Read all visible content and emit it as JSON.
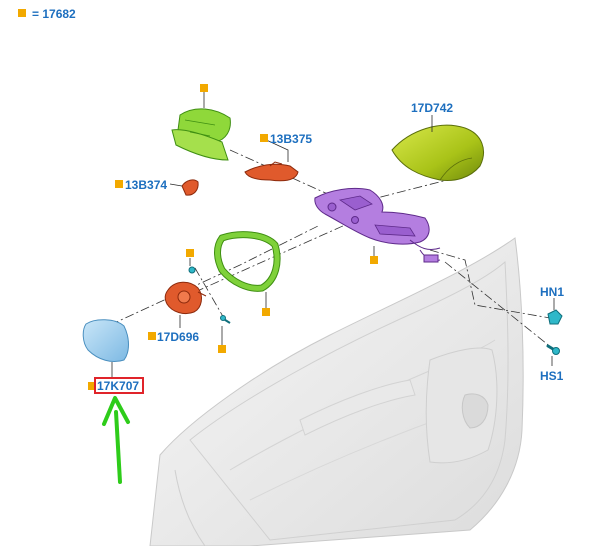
{
  "legend": {
    "text": "= 17682"
  },
  "parts": [
    {
      "code": "17D742",
      "name": "mirror-cover",
      "color": "#b5d21e"
    },
    {
      "code": "13B375",
      "name": "mirror-lamp",
      "color": "#e05a2c"
    },
    {
      "code": "13B374",
      "name": "mirror-lamp-small",
      "color": "#e05a2c"
    },
    {
      "code": "17D696",
      "name": "mirror-motor",
      "color": "#e05a2c"
    },
    {
      "code": "17K707",
      "name": "mirror-glass",
      "color": "#a8d4ef",
      "highlighted": true
    },
    {
      "code": "HN1",
      "name": "nut",
      "color": "#2fb8c9"
    },
    {
      "code": "HS1",
      "name": "screw",
      "color": "#2fb8c9"
    }
  ],
  "colors": {
    "label": "#1d6fbf",
    "reference_square": "#f2a900",
    "highlight_box": "#e0242a",
    "arrow": "#2ecc1a",
    "housing": "#a868d8",
    "gasket": "#4cc24a",
    "door": "#eeeeee"
  },
  "annotation": {
    "arrow": "up-arrow",
    "target": "17K707"
  }
}
